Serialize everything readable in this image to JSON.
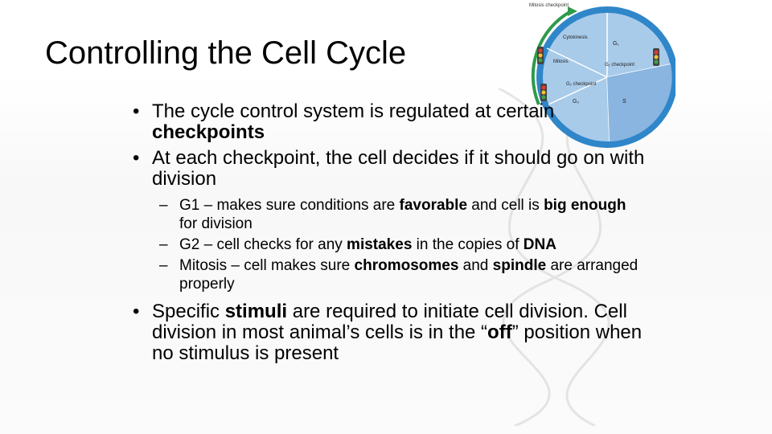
{
  "slide": {
    "title": "Controlling the Cell Cycle",
    "bullets": [
      {
        "parts": [
          "The cycle control system is regulated ",
          "",
          "certain ",
          "checkpoints"
        ],
        "display": [
          {
            "t": "The cycle control system is regulated at "
          },
          {
            "t": "certain "
          },
          {
            "t": "checkpoints",
            "b": true
          }
        ]
      },
      {
        "display": [
          {
            "t": "At each checkpoint, the cell decides if it should go on with division"
          }
        ]
      }
    ],
    "sub_bullets": [
      [
        {
          "t": "G1 – makes sure conditions are "
        },
        {
          "t": "favorable",
          "b": true
        },
        {
          "t": " and cell is "
        },
        {
          "t": "big enough",
          "b": true
        },
        {
          "t": " for division"
        }
      ],
      [
        {
          "t": "G2 – cell checks for any "
        },
        {
          "t": "mistakes",
          "b": true
        },
        {
          "t": " in the copies of "
        },
        {
          "t": "DNA",
          "b": true
        }
      ],
      [
        {
          "t": "Mitosis – cell makes sure "
        },
        {
          "t": "chromosomes",
          "b": true
        },
        {
          "t": " and "
        },
        {
          "t": "spindle",
          "b": true
        },
        {
          "t": " are arranged properly"
        }
      ]
    ],
    "last_bullet": [
      {
        "t": "Specific "
      },
      {
        "t": "stimuli",
        "b": true
      },
      {
        "t": " are required to initiate cell division. Cell division in most animal’s cells is in the “"
      },
      {
        "t": "off",
        "b": true
      },
      {
        "t": "” position when no stimulus is present"
      }
    ],
    "bullet_glyph": "•",
    "dash_glyph": "–"
  },
  "diagram": {
    "labels": {
      "mitosis_checkpoint": "Mitosis checkpoint",
      "cytokinesis": "Cytokinesis",
      "g1": "G₁",
      "mitosis": "Mitosis",
      "g1_checkpoint": "G₁ checkpoint",
      "g2_checkpoint": "G₂ checkpoint",
      "g2": "G₂",
      "s": "S"
    },
    "colors": {
      "outer_ring": "#2f86c9",
      "inner_light": "#a9cbea",
      "inner_mid": "#89b5e0",
      "green_arc": "#2f9a4a",
      "title": "#000000"
    }
  }
}
